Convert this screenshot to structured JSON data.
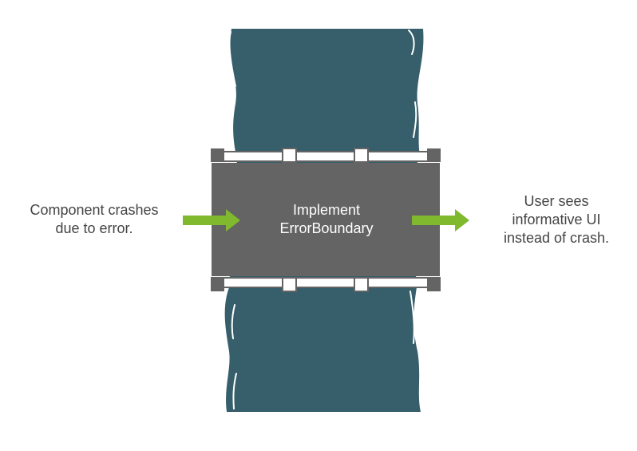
{
  "input": {
    "line1": "Component crashes",
    "line2": "due to error."
  },
  "process": {
    "line1": "Implement",
    "line2": "ErrorBoundary"
  },
  "output": {
    "line1": "User sees",
    "line2": "informative UI",
    "line3": "instead of crash."
  },
  "colors": {
    "river": "#365f6b",
    "bridge": "#646464",
    "arrow": "#80b82e",
    "text": "#444444"
  }
}
